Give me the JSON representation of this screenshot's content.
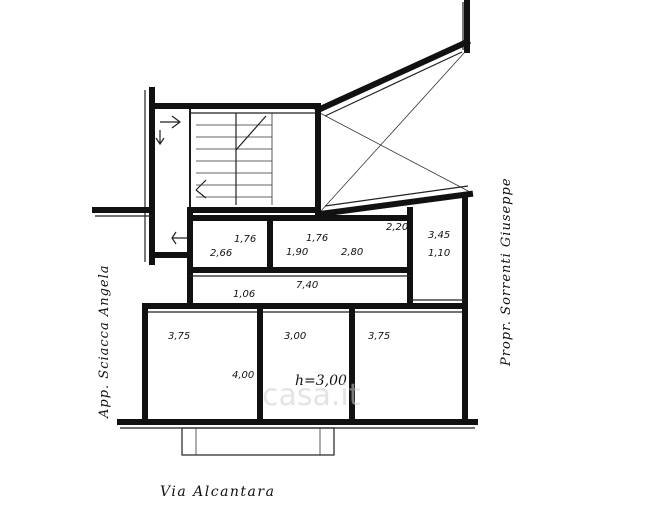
{
  "plan": {
    "street_label": "Via Alcantara",
    "neighbor_left": "App. Sciacca Angela",
    "neighbor_right": "Propr. Sorrenti Giuseppe",
    "ceiling_height": "h=3,00",
    "watermark": "casa.it",
    "dimensions": {
      "d1": "1,76",
      "d2": "1,76",
      "d3": "2,20",
      "d4": "3,45",
      "d5": "2,66",
      "d6": "1,90",
      "d7": "2,80",
      "d8": "1,10",
      "d9": "7,40",
      "d10": "1,06",
      "d11": "3,75",
      "d12": "3,00",
      "d13": "3,75",
      "d14": "4,00"
    }
  }
}
